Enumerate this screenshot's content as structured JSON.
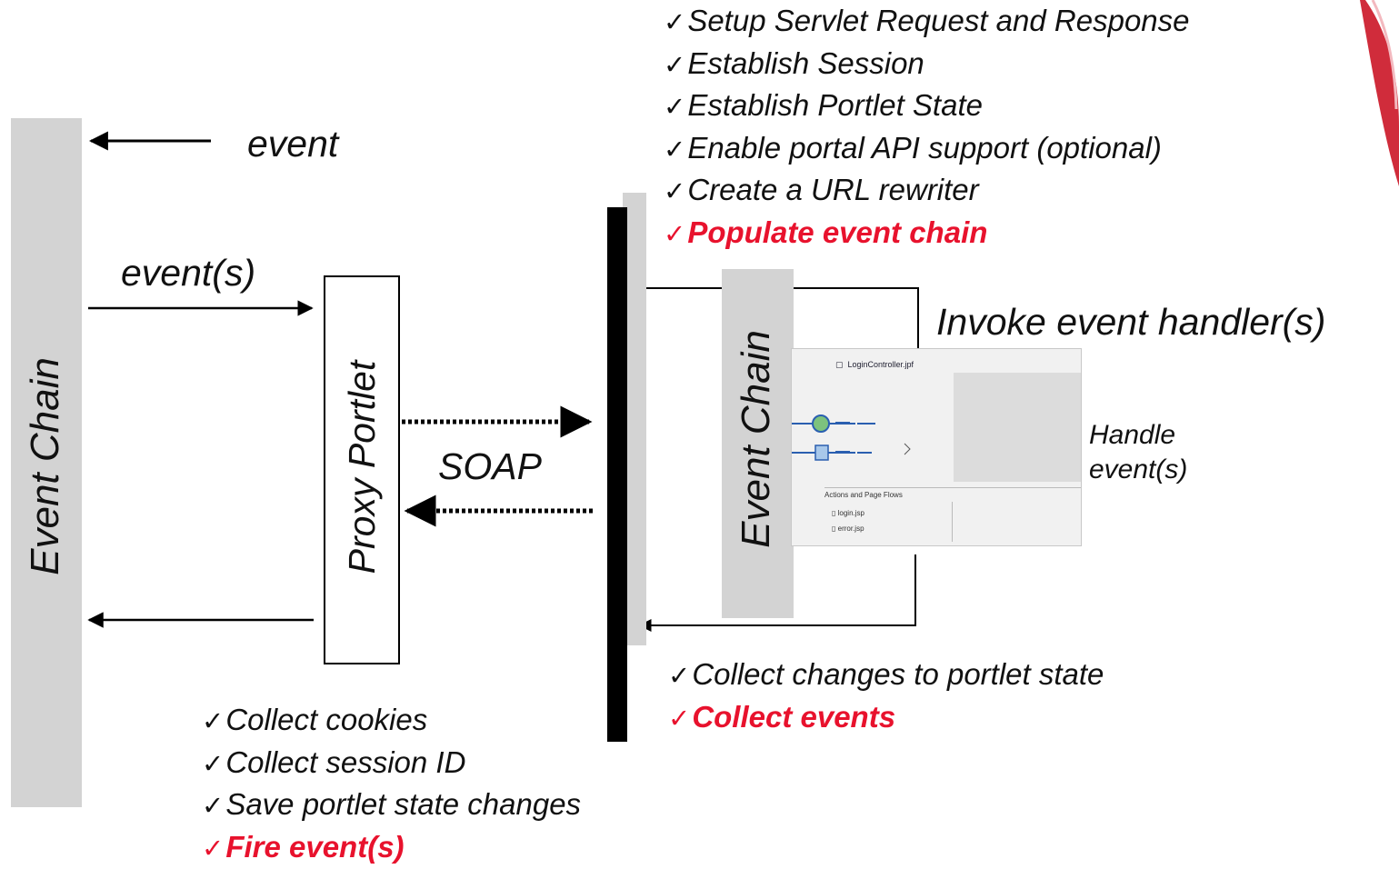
{
  "left_chain": {
    "label": "Event Chain"
  },
  "proxy": {
    "label": "Proxy Portlet"
  },
  "right_chain": {
    "label": "Event Chain"
  },
  "labels": {
    "event": "event",
    "events": "event(s)",
    "soap": "SOAP",
    "invoke": "Invoke event handler(s)",
    "handle": "Handle event(s)"
  },
  "check_mark": "✓",
  "top_checklist": [
    {
      "text": "Setup Servlet Request and Response",
      "highlight": false
    },
    {
      "text": "Establish Session",
      "highlight": false
    },
    {
      "text": "Establish Portlet State",
      "highlight": false
    },
    {
      "text": "Enable portal API support (optional)",
      "highlight": false
    },
    {
      "text": "Create a URL rewriter",
      "highlight": false
    },
    {
      "text": "Populate event chain",
      "highlight": true
    }
  ],
  "mid_checklist": [
    {
      "text": "Collect changes to portlet state",
      "highlight": false
    },
    {
      "text": "Collect events",
      "highlight": true
    }
  ],
  "bottom_checklist": [
    {
      "text": "Collect cookies",
      "highlight": false
    },
    {
      "text": "Collect session ID",
      "highlight": false
    },
    {
      "text": "Save portlet state changes",
      "highlight": false
    },
    {
      "text": "Fire event(s)",
      "highlight": true
    }
  ],
  "colors": {
    "highlight": "#e8122d",
    "bar_gray": "#d3d3d3",
    "logo_red": "#cc1a2a"
  }
}
